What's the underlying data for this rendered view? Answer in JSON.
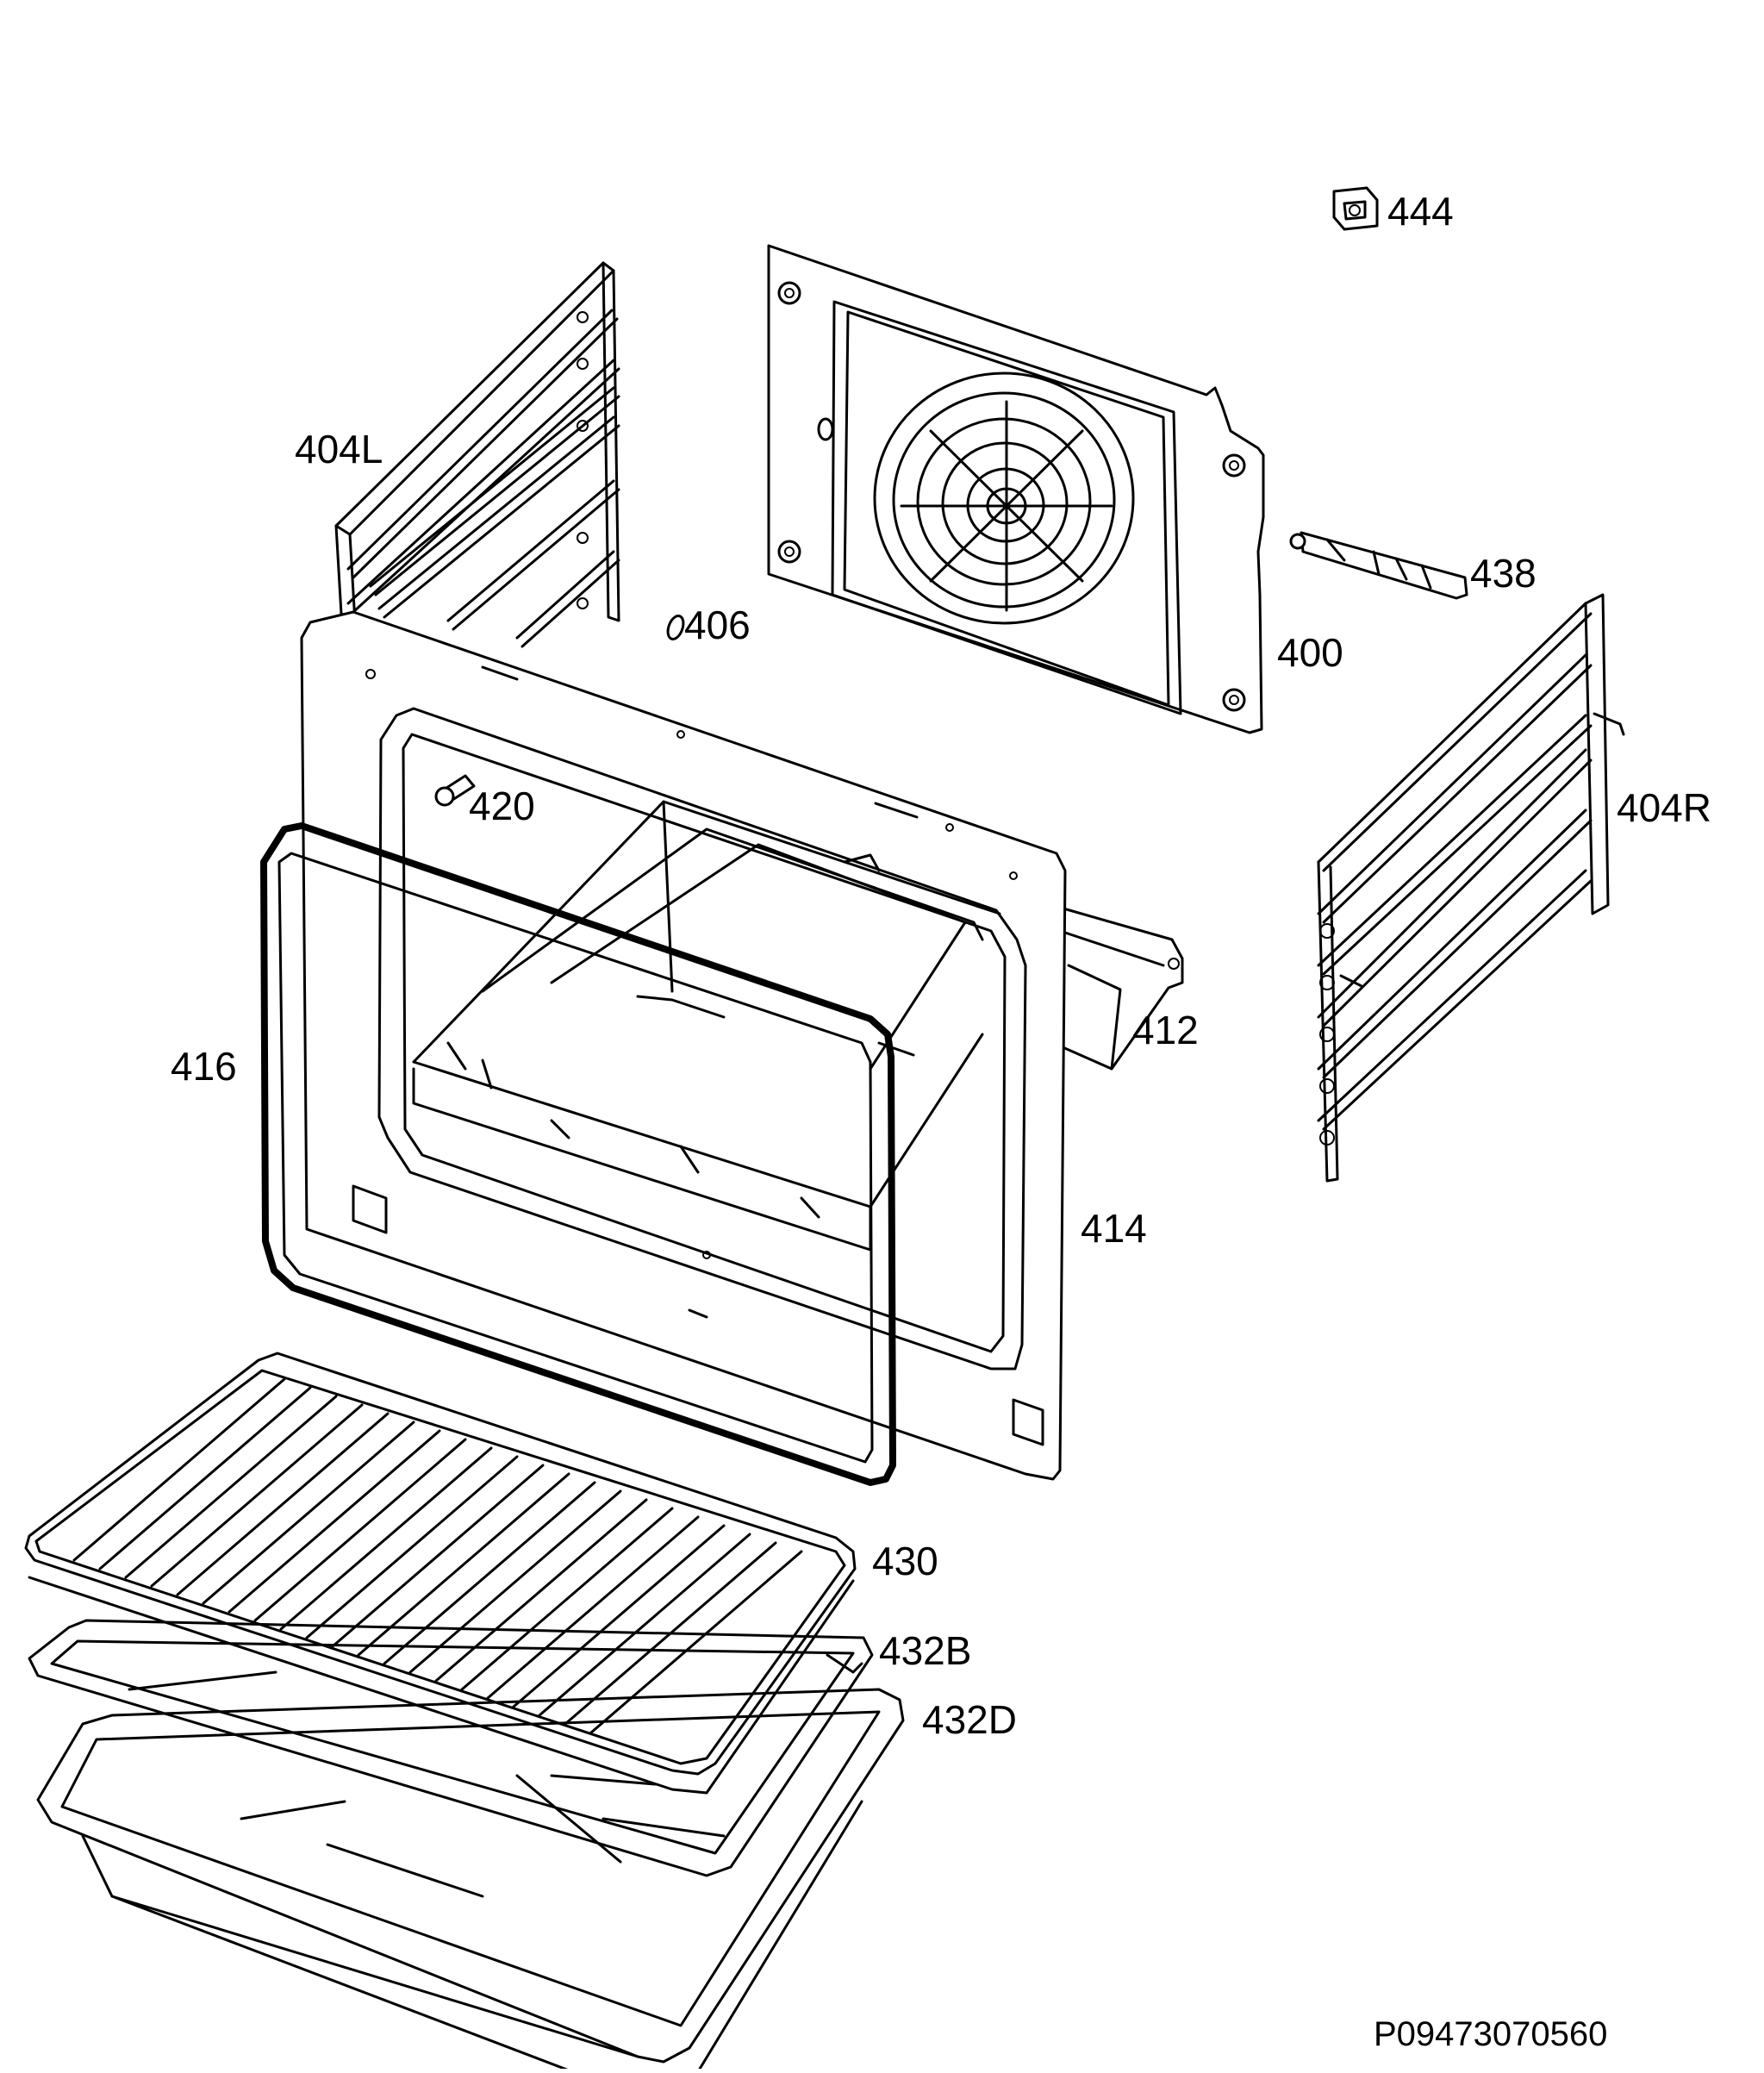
{
  "parts": [
    {
      "id": "444",
      "label": "444"
    },
    {
      "id": "404L",
      "label": "404L"
    },
    {
      "id": "406",
      "label": "406"
    },
    {
      "id": "438",
      "label": "438"
    },
    {
      "id": "400",
      "label": "400"
    },
    {
      "id": "420",
      "label": "420"
    },
    {
      "id": "404R",
      "label": "404R"
    },
    {
      "id": "412",
      "label": "412"
    },
    {
      "id": "416",
      "label": "416"
    },
    {
      "id": "414",
      "label": "414"
    },
    {
      "id": "430",
      "label": "430"
    },
    {
      "id": "432B",
      "label": "432B"
    },
    {
      "id": "432D",
      "label": "432D"
    }
  ],
  "reference_code": "P09473070560"
}
